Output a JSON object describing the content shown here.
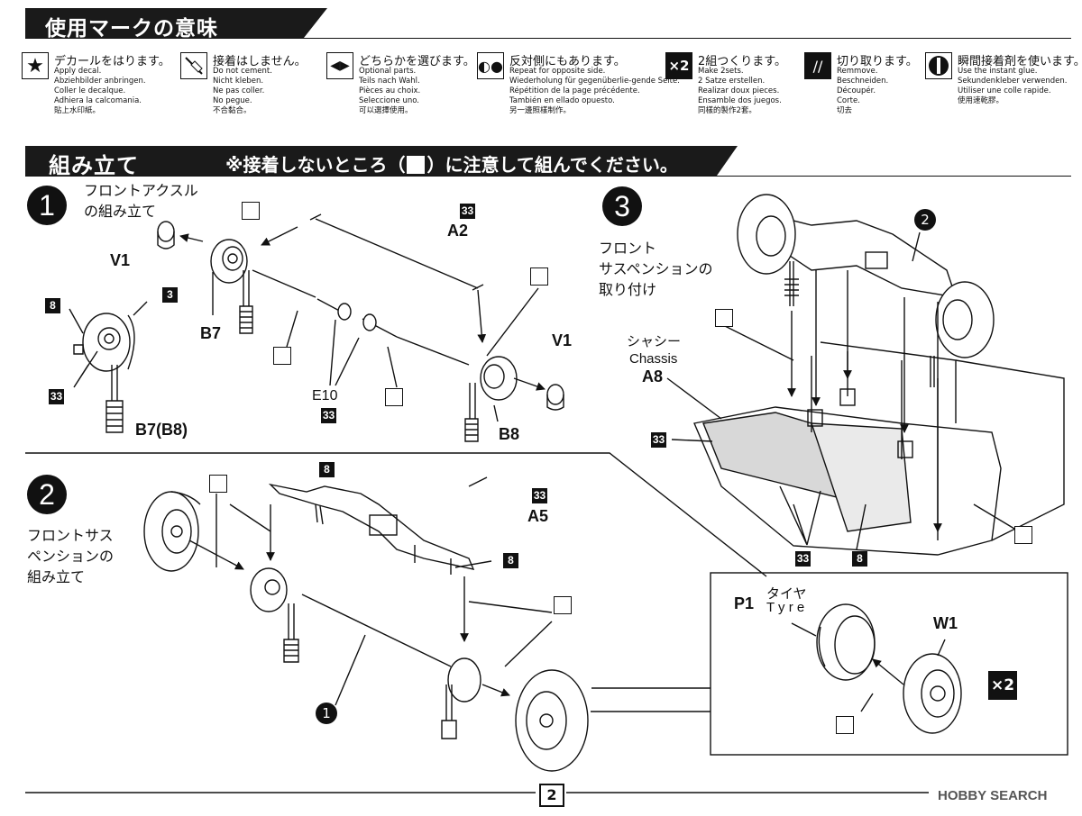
{
  "header_marks": {
    "title": "使用マークの意味"
  },
  "legend": [
    {
      "icon": "star-decal-icon",
      "title": "デカールをはります。",
      "lines": [
        "Apply decal.",
        "Abziehbilder anbringen.",
        "Coller le decalque.",
        "Adhiera la calcomania.",
        "貼上水印紙。"
      ]
    },
    {
      "icon": "no-cement-icon",
      "title": "接着はしません。",
      "lines": [
        "Do not cement.",
        "Nicht kleben.",
        "Ne pas coller.",
        "No pegue.",
        "不合黏合。"
      ]
    },
    {
      "icon": "optional-arrows-icon",
      "title": "どちらかを選びます。",
      "lines": [
        "Optional parts.",
        "Teils nach Wahl.",
        "Pièces au choix.",
        "Seleccione uno.",
        "可以選擇使用。"
      ]
    },
    {
      "icon": "opposite-side-icon",
      "title": "反対側にもあります。",
      "lines": [
        "Repeat for opposite side.",
        "Wiederholung für gegenüberlie-gende Seite.",
        "Répétition de la page précédente.",
        "También en ellado opuesto.",
        "另一邊照樣制作。"
      ]
    },
    {
      "icon": "make-two-icon",
      "title": "2組つくります。",
      "lines": [
        "Make 2sets.",
        "2 Satze erstellen.",
        "Realizar doux pieces.",
        "Ensamble dos juegos.",
        "同樣的製作2套。"
      ]
    },
    {
      "icon": "cut-off-icon",
      "title": "切り取ります。",
      "lines": [
        "Remmove.",
        "Beschneiden.",
        "Découpér.",
        "Corte.",
        "切去"
      ]
    },
    {
      "icon": "instant-glue-icon",
      "title": "瞬間接着剤を使います。",
      "lines": [
        "Use the instant glue.",
        "Sekundenkleber verwenden.",
        "Utiliser une colle rapide.",
        "使用速乾膠。"
      ]
    }
  ],
  "header_assembly": {
    "title": "組み立て",
    "note_before": "※接着しないところ（",
    "note_after": "）に注意して組んでください。"
  },
  "step1": {
    "number": "1",
    "title_lines": [
      "フロントアクスル",
      "の組み立て"
    ]
  },
  "step2": {
    "number": "2",
    "title_lines": [
      "フロントサス",
      "ペンションの",
      "組み立て"
    ]
  },
  "step3": {
    "number": "3",
    "title_lines": [
      "フロント",
      "サスペンションの",
      "取り付け"
    ]
  },
  "labels": {
    "v1_left": "V1",
    "v1_right": "V1",
    "b7": "B7",
    "b7b8": "B7(B8)",
    "b8": "B8",
    "a2": "A2",
    "e10": "E10",
    "a5": "A5",
    "chassis_jp": "シャシー",
    "chassis_en": "Chassis",
    "a8": "A8",
    "p1": "P1",
    "tyre_jp": "タイヤ",
    "tyre_en": "T y r e",
    "w1": "W1",
    "ref_step1": "1",
    "ref_step2": "2",
    "x2": "×2"
  },
  "part_numbers": {
    "n8": "8",
    "n3": "3",
    "n33": "33"
  },
  "page_number": "2",
  "watermark": "HOBBY SEARCH"
}
